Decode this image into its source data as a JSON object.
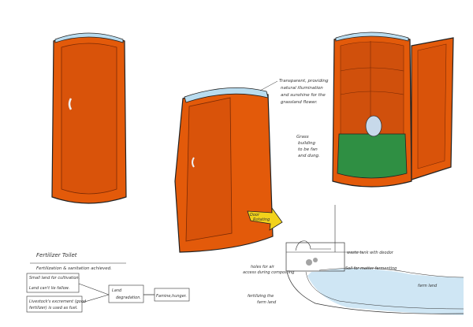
{
  "colors": {
    "body": "#e35a0a",
    "body_dark": "#b8430a",
    "roof": "#b9dcef",
    "green": "#2f8f43",
    "arrow": "#f2d21b",
    "soil": "#cfe6f4"
  },
  "annotations": {
    "transparent_roof": [
      "Transparent, providing",
      "natural illumination",
      "and sunshine for the",
      "grassland flower."
    ],
    "green_bowl": [
      "Grass",
      "building",
      "to be fan",
      "and dung."
    ],
    "door": [
      "Door",
      "Rotating"
    ],
    "waste_tank": "waste tank with deodor",
    "air_holes": [
      "holes for air",
      "access during composting"
    ],
    "soil": "Soil for matter fermenting",
    "farm_land": "farm land",
    "fertilizing": [
      "fertilizing the",
      "farm land"
    ]
  },
  "flowchart": {
    "title": "Fertilizer Toilet",
    "subtitle": "Fertilization & sanitation achieved.",
    "box1": [
      "Small land for cultivation.",
      "Land can't lie fallow."
    ],
    "box2": [
      "Livestock's excrement (good",
      "fertilizer) is used as fuel."
    ],
    "box3": [
      "Land",
      "degradation."
    ],
    "box4": "Famine,hunger."
  }
}
